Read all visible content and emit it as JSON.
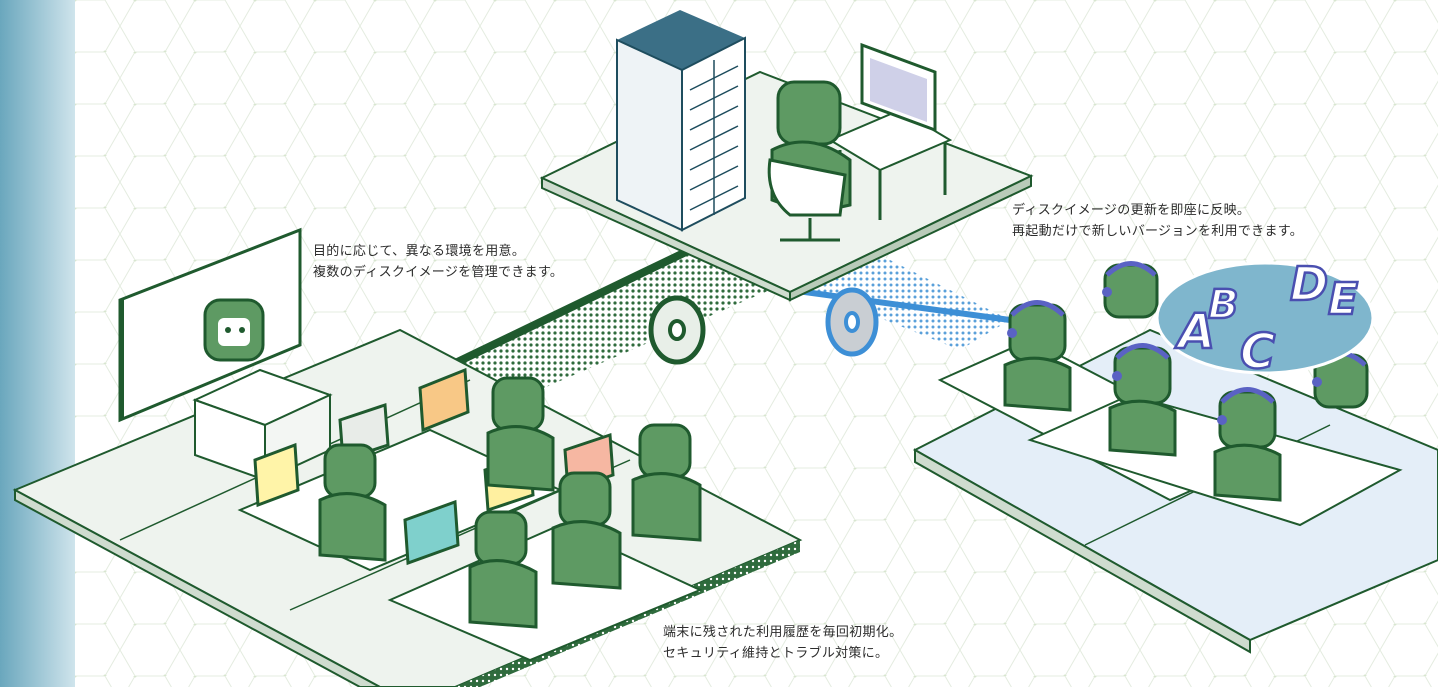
{
  "captions": {
    "left": {
      "line1": "目的に応じて、異なる環境を用意。",
      "line2": "複数のディスクイメージを管理できます。"
    },
    "right": {
      "line1": "ディスクイメージの更新を即座に反映。",
      "line2": "再起動だけで新しいバージョンを利用できます。"
    },
    "bottom": {
      "line1": "端末に残された利用履歴を毎回初期化。",
      "line2": "セキュリティ維持とトラブル対策に。"
    }
  },
  "badge_letters": [
    "A",
    "B",
    "C",
    "D",
    "E"
  ],
  "colors": {
    "green_fill": "#5e9a63",
    "green_dark": "#1f5a2e",
    "blue_line": "#3d8fd6",
    "cyan_band": "#7fb6cd",
    "floor": "#eef3ee",
    "floor_blue": "#e4eef8"
  },
  "icons": [
    "server-rack-icon",
    "disc-icon",
    "monitor-icon",
    "headset-icon",
    "whiteboard-icon"
  ]
}
